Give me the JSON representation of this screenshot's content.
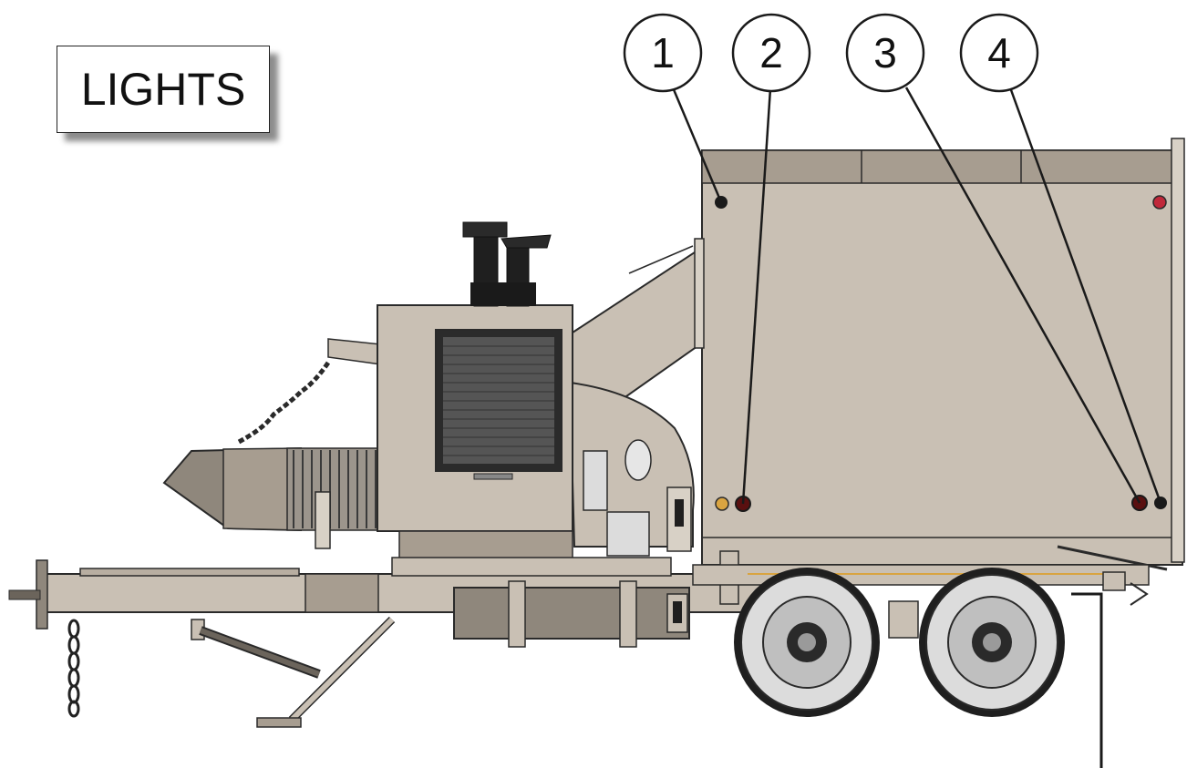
{
  "title": "LIGHTS",
  "callouts": [
    {
      "number": "1"
    },
    {
      "number": "2"
    },
    {
      "number": "3"
    },
    {
      "number": "4"
    }
  ],
  "colors": {
    "body": "#c9c0b4",
    "body_dark": "#a79d90",
    "outline": "#2a2a2a",
    "light_black": "#1a1a1a",
    "light_amber": "#d9a441",
    "light_red": "#c0283a",
    "tire": "#1f1f1f",
    "rim": "#cfcfcf"
  }
}
